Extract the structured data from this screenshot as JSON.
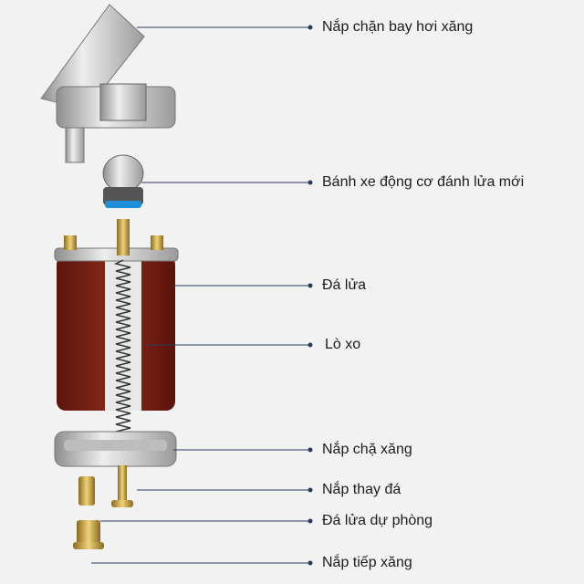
{
  "colors": {
    "background": "#f2f2f2",
    "leader": "#2b3a5c",
    "wood": "#7a2218",
    "metal": "#c9c9c9",
    "brass": "#c8a44a",
    "wheel_accent": "#1e8ed8"
  },
  "labels": [
    {
      "text": "Nắp chặn bay hơi xăng"
    },
    {
      "text": "Bánh xe động cơ đánh lửa mới"
    },
    {
      "text": "Đá lửa"
    },
    {
      "text": "Lò xo"
    },
    {
      "text": "Nắp chặ xăng"
    },
    {
      "text": "Nắp thay đá"
    },
    {
      "text": "Đá lửa dự phòng"
    },
    {
      "text": "Nắp tiếp xăng"
    }
  ]
}
